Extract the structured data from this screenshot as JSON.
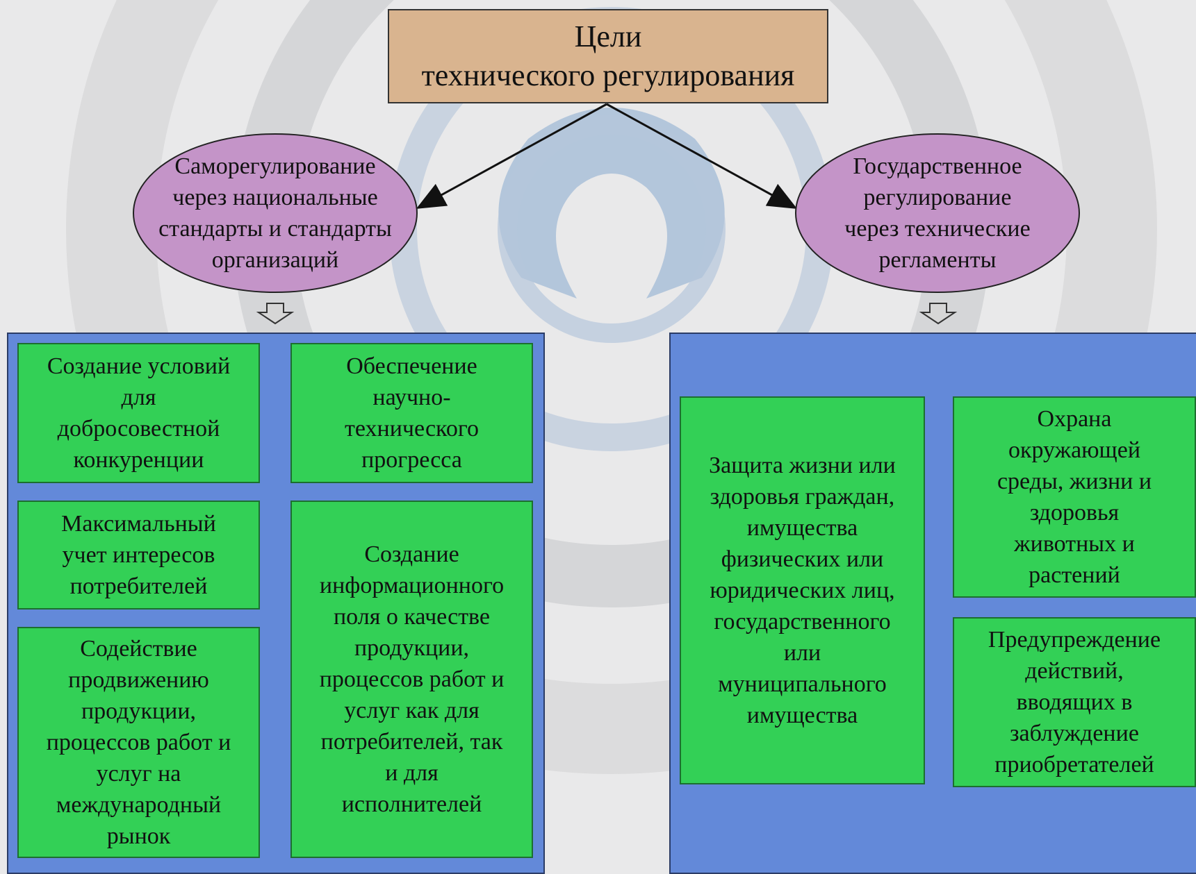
{
  "title": "Цели\nтехнического регулирования",
  "left_branch": {
    "label": "Саморегулирование\nчерез национальные\nстандарты и стандарты\nорганизаций",
    "goals": [
      "Создание условий\nдля\nдобросовестной\nконкуренции",
      "Обеспечение\nнаучно-\nтехнического\nпрогресса",
      "Максимальный\nучет интересов\nпотребителей",
      "Создание\nинформационного\nполя о качестве\nпродукции,\nпроцессов работ и\nуслуг как для\nпотребителей, так\nи для\nисполнителей",
      "Содействие\nпродвижению\nпродукции,\nпроцессов работ и\nуслуг на\nмеждународный\nрынок"
    ]
  },
  "right_branch": {
    "label": "Государственное\nрегулирование\nчерез технические\nрегламенты",
    "goals": [
      "Защита жизни или\nздоровья граждан,\nимущества\nфизических или\nюридических лиц,\nгосударственного\nили\nмуниципального\nимущества",
      "Охрана\nокружающей\nсреды, жизни и\nздоровья\nживотных и\nрастений",
      "Предупреждение\nдействий,\nвводящих в\nзаблуждение\nприобретателей"
    ]
  },
  "colors": {
    "title_fill": "#d9b48f",
    "ellipse_fill": "#c494c8",
    "panel_fill": "#6389d9",
    "goal_fill": "#33d056"
  }
}
